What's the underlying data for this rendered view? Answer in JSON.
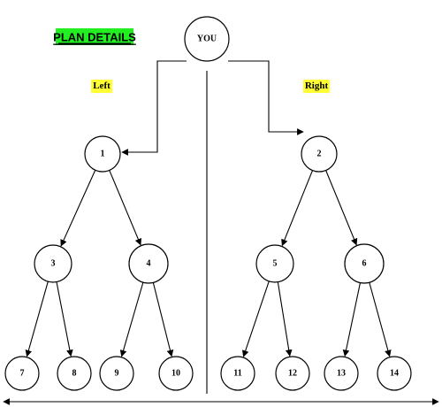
{
  "title": {
    "text": "PLAN DETAILS",
    "background": "#22ee22"
  },
  "branch_labels": {
    "left": "Left",
    "right": "Right",
    "highlight": "#ffff33"
  },
  "root": {
    "id": "you",
    "label": "YOU"
  },
  "nodes": [
    {
      "id": "n1",
      "label": "1"
    },
    {
      "id": "n2",
      "label": "2"
    },
    {
      "id": "n3",
      "label": "3"
    },
    {
      "id": "n4",
      "label": "4"
    },
    {
      "id": "n5",
      "label": "5"
    },
    {
      "id": "n6",
      "label": "6"
    },
    {
      "id": "n7",
      "label": "7"
    },
    {
      "id": "n8",
      "label": "8"
    },
    {
      "id": "n9",
      "label": "9"
    },
    {
      "id": "n10",
      "label": "10"
    },
    {
      "id": "n11",
      "label": "11"
    },
    {
      "id": "n12",
      "label": "12"
    },
    {
      "id": "n13",
      "label": "13"
    },
    {
      "id": "n14",
      "label": "14"
    }
  ],
  "edges": [
    {
      "from": "you",
      "to": "n1"
    },
    {
      "from": "you",
      "to": "n2"
    },
    {
      "from": "n1",
      "to": "n3"
    },
    {
      "from": "n1",
      "to": "n4"
    },
    {
      "from": "n2",
      "to": "n5"
    },
    {
      "from": "n2",
      "to": "n6"
    },
    {
      "from": "n3",
      "to": "n7"
    },
    {
      "from": "n3",
      "to": "n8"
    },
    {
      "from": "n4",
      "to": "n9"
    },
    {
      "from": "n4",
      "to": "n10"
    },
    {
      "from": "n5",
      "to": "n11"
    },
    {
      "from": "n5",
      "to": "n12"
    },
    {
      "from": "n6",
      "to": "n13"
    },
    {
      "from": "n6",
      "to": "n14"
    }
  ]
}
